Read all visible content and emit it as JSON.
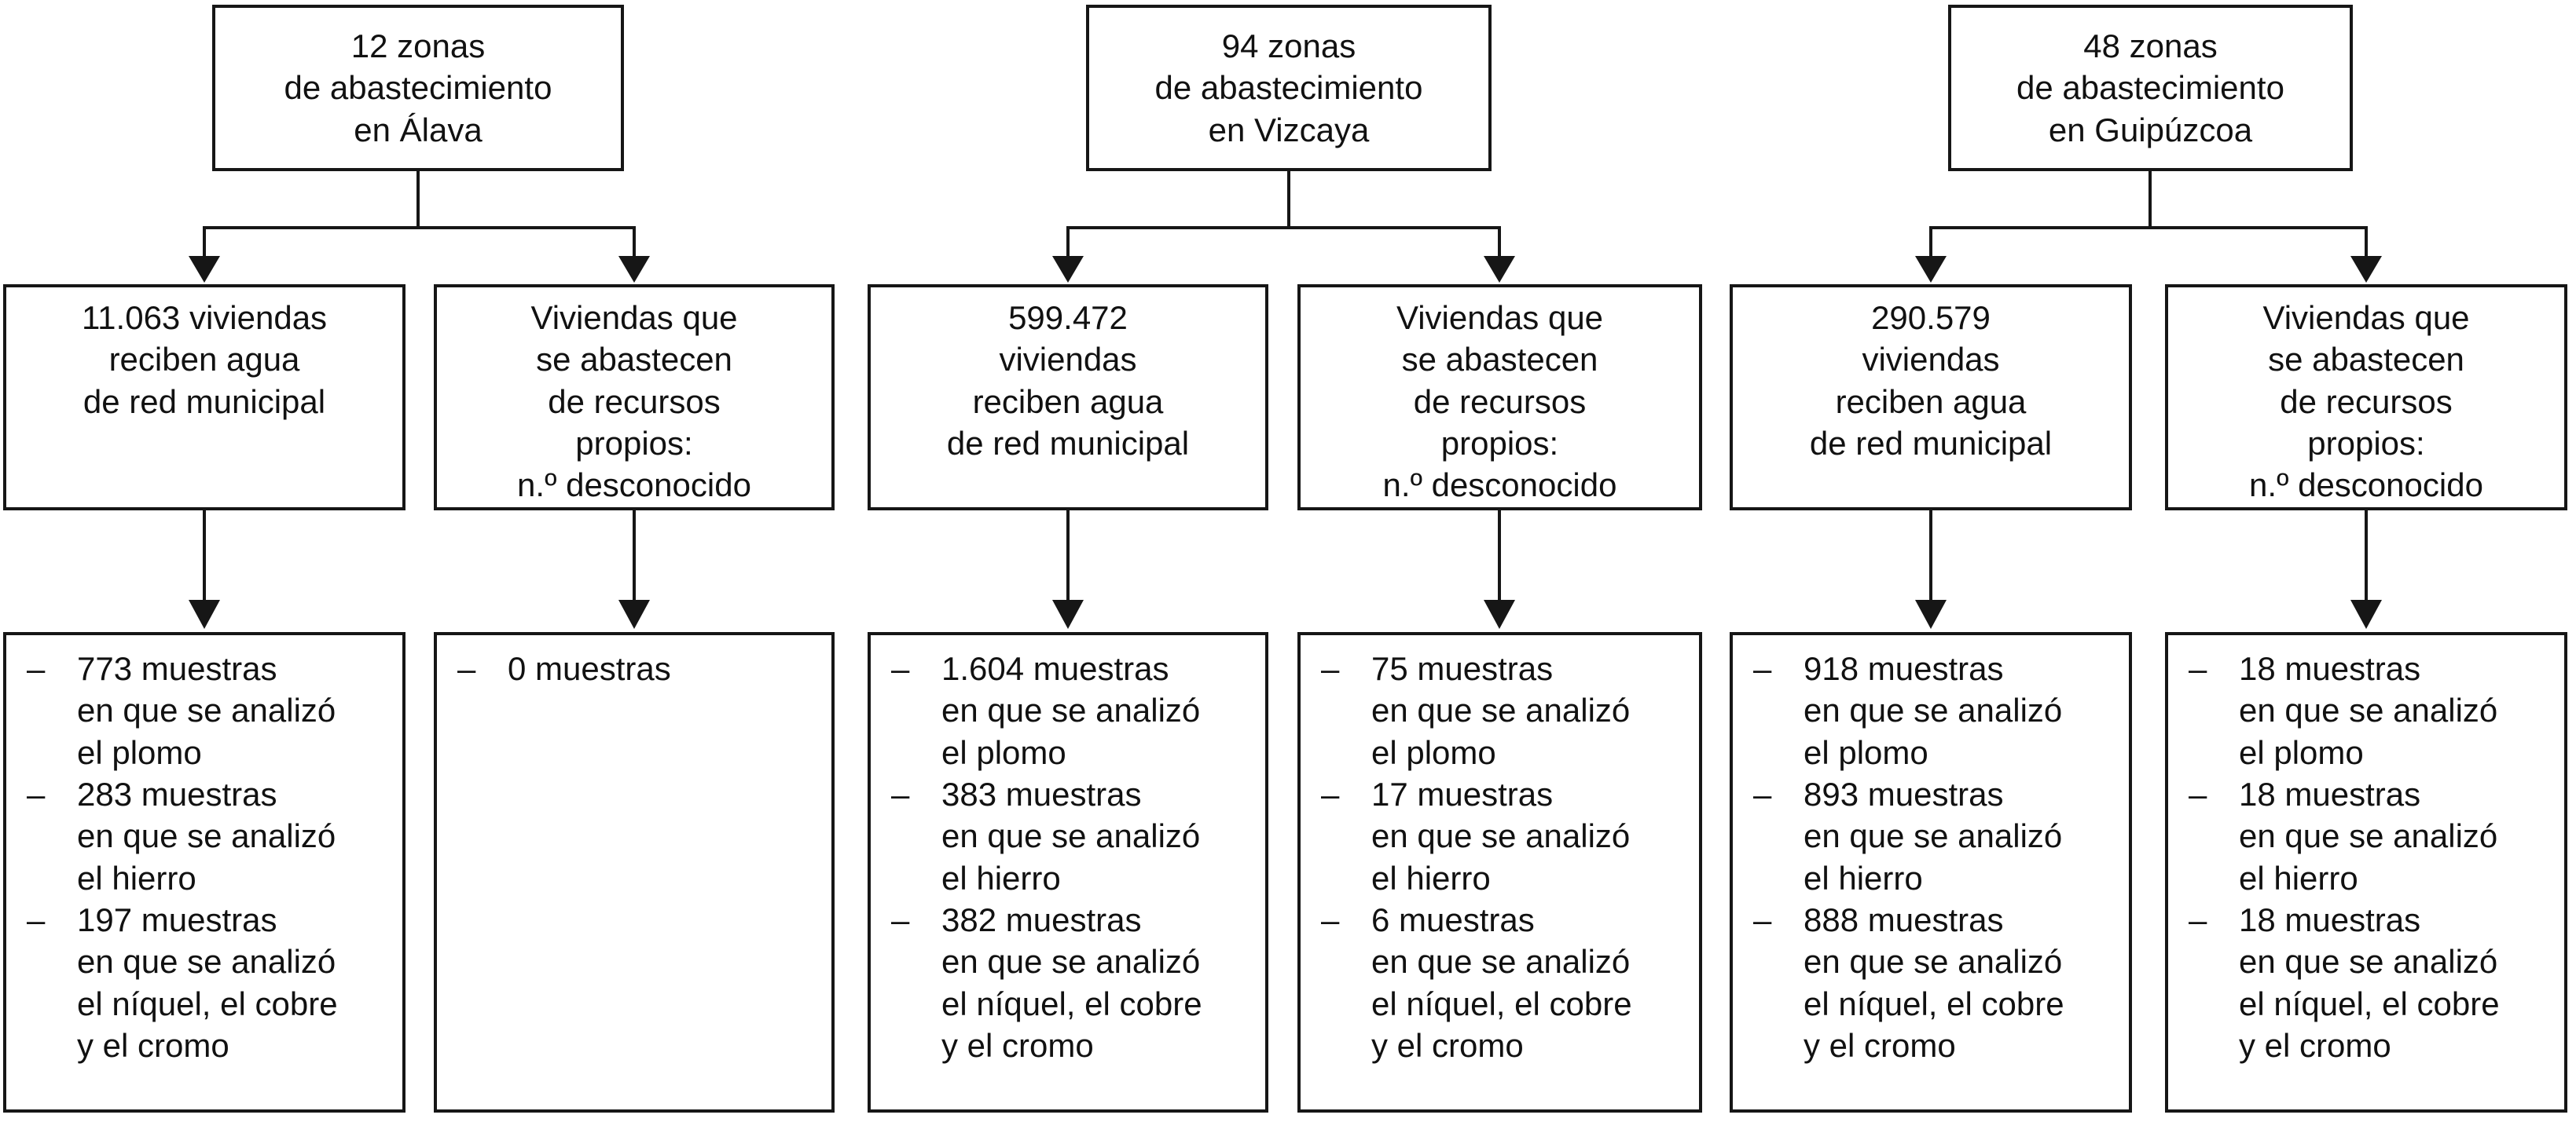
{
  "list_marker": "–",
  "colors": {
    "ink": "#161616",
    "background": "#ffffff"
  },
  "provinces": [
    {
      "name": "Álava",
      "zones_label": "12 zonas\nde abastecimiento\nen Álava",
      "municipal_box": "11.063 viviendas\nreciben agua\nde red municipal",
      "own_box": "Viviendas que\nse abastecen\nde recursos\npropios:\nn.º desconocido",
      "municipal_samples": [
        "773 muestras\nen que se analizó\nel plomo",
        "283 muestras\nen que se analizó\nel hierro",
        "197 muestras\nen que se analizó\nel níquel, el cobre\ny el cromo"
      ],
      "own_samples": [
        "0 muestras"
      ]
    },
    {
      "name": "Vizcaya",
      "zones_label": "94 zonas\nde abastecimiento\nen Vizcaya",
      "municipal_box": "599.472\nviviendas\nreciben agua\nde red municipal",
      "own_box": "Viviendas que\nse abastecen\nde recursos\npropios:\nn.º desconocido",
      "municipal_samples": [
        "1.604 muestras\nen que se analizó\nel plomo",
        "383 muestras\nen que se analizó\nel hierro",
        "382 muestras\nen que se analizó\nel níquel, el cobre\ny el cromo"
      ],
      "own_samples": [
        "75 muestras\nen que se analizó\nel plomo",
        "17 muestras\nen que se analizó\nel hierro",
        "6 muestras\nen que se analizó\nel níquel, el cobre\ny el cromo"
      ]
    },
    {
      "name": "Guipúzcoa",
      "zones_label": "48 zonas\nde abastecimiento\nen Guipúzcoa",
      "municipal_box": "290.579\nviviendas\nreciben agua\nde red municipal",
      "own_box": "Viviendas que\nse abastecen\nde recursos\npropios:\nn.º desconocido",
      "municipal_samples": [
        "918 muestras\nen que se analizó\nel plomo",
        "893 muestras\nen que se analizó\nel hierro",
        "888 muestras\nen que se analizó\nel níquel, el cobre\ny el cromo"
      ],
      "own_samples": [
        "18 muestras\nen que se analizó\nel plomo",
        "18 muestras\nen que se analizó\nel hierro",
        "18 muestras\nen que se analizó\nel níquel, el cobre\ny el cromo"
      ]
    }
  ]
}
